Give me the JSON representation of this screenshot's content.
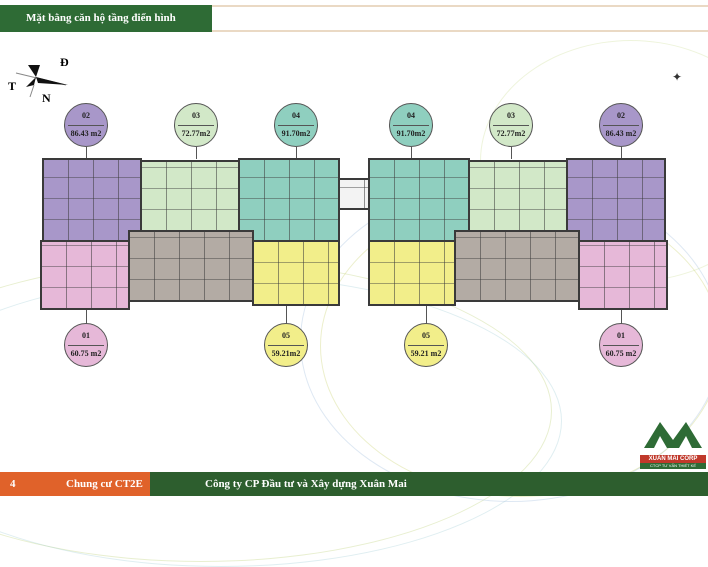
{
  "header": {
    "title": "Mặt bằng căn hộ tầng điển hình"
  },
  "compass": {
    "labels": {
      "east": "Đ",
      "west": "T",
      "south": "N"
    }
  },
  "apartments_top": [
    {
      "id": "02",
      "area": "86.43 m2",
      "color": "#a897c9"
    },
    {
      "id": "03",
      "area": "72.77m2",
      "color": "#d2e8c8"
    },
    {
      "id": "04",
      "area": "91.70m2",
      "color": "#8fcfbf"
    },
    {
      "id": "04",
      "area": "91.70m2",
      "color": "#8fcfbf"
    },
    {
      "id": "03",
      "area": "72.77m2",
      "color": "#d2e8c8"
    },
    {
      "id": "02",
      "area": "86.43 m2",
      "color": "#a897c9"
    }
  ],
  "apartments_bottom": [
    {
      "id": "01",
      "area": "60.75 m2",
      "color": "#e6b8d8"
    },
    {
      "id": "05",
      "area": "59.21m2",
      "color": "#f2ee8a"
    },
    {
      "id": "05",
      "area": "59.21 m2",
      "color": "#f2ee8a"
    },
    {
      "id": "01",
      "area": "60.75 m2",
      "color": "#e6b8d8"
    }
  ],
  "logo": {
    "name": "XUAN MAI CORP",
    "tagline": "CTCP TƯ VẤN THIẾT KẾ XUÂN MAI"
  },
  "footer": {
    "page_number": "4",
    "project": "Chung cư CT2E",
    "company": "Công ty CP  Đầu tư và Xây dựng Xuân Mai"
  }
}
